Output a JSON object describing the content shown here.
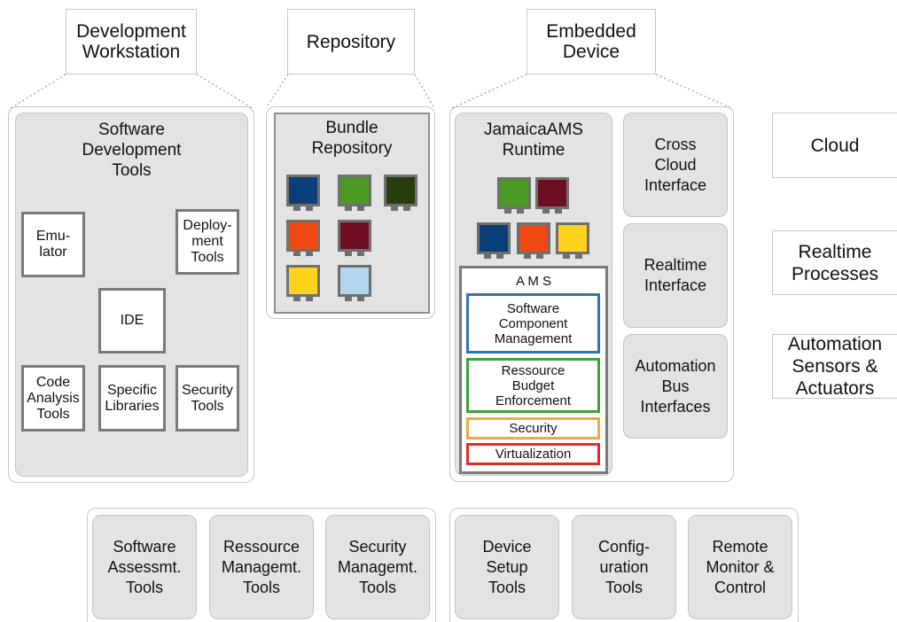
{
  "headers": {
    "workstation": "Development\nWorkstation",
    "repository": "Repository",
    "embedded": "Embedded\nDevice"
  },
  "sdt": {
    "title": "Software\nDevelopment\nTools",
    "emulator": "Emu-\nlator",
    "deployment": "Deploy-\nment\nTools",
    "ide": "IDE",
    "code_analysis": "Code\nAnalysis\nTools",
    "specific_libraries": "Specific\nLibraries",
    "security_tools": "Security\nTools"
  },
  "bundle_repo": {
    "title": "Bundle\nRepository",
    "bundle_colors": [
      "#0b3f7a",
      "#4b9a26",
      "#2c3d0d",
      "#f04812",
      "#6f0f24",
      "#ffd21c",
      "#b3d6f0"
    ]
  },
  "runtime": {
    "title": "JamaicaAMS\nRuntime",
    "bundle_colors": [
      "#4b9a26",
      "#6f0f24",
      "#0b3f7a",
      "#f04812",
      "#ffd21c"
    ],
    "ams": {
      "title": "A M S",
      "modules": [
        {
          "label": "Software\nComponent\nManagement",
          "color": "#2e75b6"
        },
        {
          "label": "Ressource\nBudget\nEnforcement",
          "color": "#3aa23a"
        },
        {
          "label": "Security",
          "color": "#f5a742"
        },
        {
          "label": "Virtualization",
          "color": "#e02b2b"
        }
      ]
    }
  },
  "interfaces": {
    "cloud": "Cross\nCloud\nInterface",
    "realtime": "Realtime\nInterface",
    "automation": "Automation\nBus\nInterfaces"
  },
  "right_labels": {
    "cloud": "Cloud",
    "realtime": "Realtime\nProcesses",
    "automation": "Automation\nSensors &\nActuators"
  },
  "bottom_left": {
    "assessment": "Software\nAssessmt.\nTools",
    "resource": "Ressource\nManagemt.\nTools",
    "security": "Security\nManagemt.\nTools"
  },
  "bottom_right": {
    "setup": "Device\nSetup\nTools",
    "configuration": "Config-\nuration\nTools",
    "remote": "Remote\nMonitor &\nControl"
  }
}
